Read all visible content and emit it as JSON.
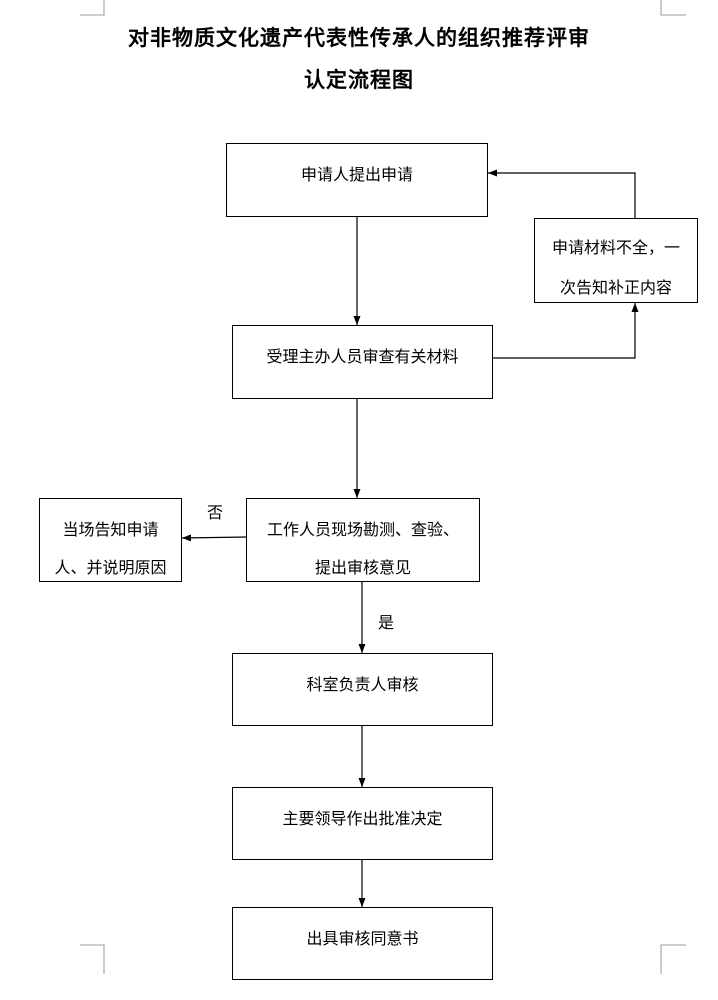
{
  "title": {
    "line1": "对非物质文化遗产代表性传承人的组织推荐评审",
    "line2": "认定流程图"
  },
  "nodes": {
    "apply": "申请人提出申请",
    "incomplete_line1": "申请材料不全，一",
    "incomplete_line2": "次告知补正内容",
    "review": "受理主办人员审查有关材料",
    "inspect_line1": "工作人员现场勘测、查验、",
    "inspect_line2": "提出审核意见",
    "reject_line1": "当场告知申请",
    "reject_line2": "人、并说明原因",
    "dept": "科室负责人审核",
    "leader": "主要领导作出批准决定",
    "issue": "出具审核同意书"
  },
  "edges": {
    "no_label": "否",
    "yes_label": "是"
  }
}
